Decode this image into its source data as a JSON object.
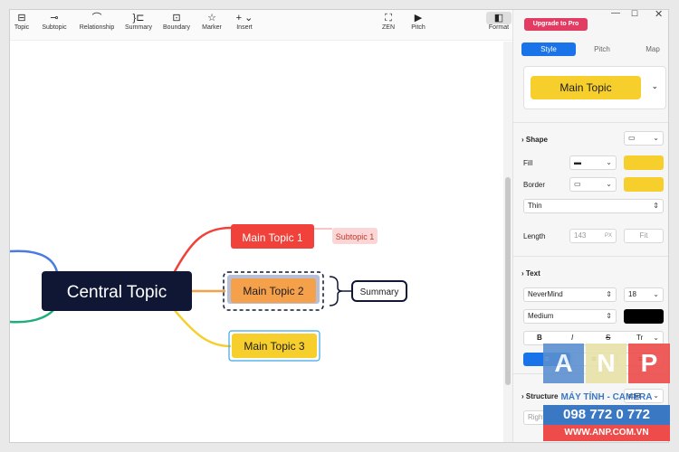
{
  "toolbar": {
    "items": [
      {
        "label": "Topic",
        "icon": "topic-icon"
      },
      {
        "label": "Subtopic",
        "icon": "subtopic-icon"
      },
      {
        "label": "Relationship",
        "icon": "relationship-icon"
      },
      {
        "label": "Summary",
        "icon": "summary-icon"
      },
      {
        "label": "Boundary",
        "icon": "boundary-icon"
      },
      {
        "label": "Marker",
        "icon": "star-icon"
      },
      {
        "label": "Insert",
        "icon": "plus-icon"
      },
      {
        "label": "ZEN",
        "icon": "zen-icon"
      },
      {
        "label": "Pitch",
        "icon": "play-icon"
      },
      {
        "label": "Format",
        "icon": "format-icon"
      }
    ]
  },
  "upgrade_label": "Upgrade to Pro",
  "panel": {
    "tabs": [
      "Style",
      "Pitch",
      "Map"
    ],
    "preview_label": "Main Topic",
    "shape": {
      "heading": "Shape",
      "fill_label": "Fill",
      "border_label": "Border",
      "border_style": "Thin",
      "length_label": "Length",
      "length_value": "143",
      "length_unit": "PX",
      "fit_label": "Fit"
    },
    "text": {
      "heading": "Text",
      "font": "NeverMind",
      "size": "18",
      "weight": "Medium",
      "bold": "B",
      "italic": "I",
      "strike": "S",
      "case": "Tr"
    },
    "structure": {
      "heading": "Structure",
      "direction": "Right"
    }
  },
  "map": {
    "central": "Central Topic",
    "topic1": "Main Topic 1",
    "topic2": "Main Topic 2",
    "topic3": "Main Topic 3",
    "subtopic": "Subtopic 1",
    "summary": "Summary"
  },
  "watermark": {
    "letters": [
      "A",
      "N",
      "P"
    ],
    "line1": "MÁY TÍNH - CAMERA",
    "phone": "098 772 0 772",
    "site": "WWW.ANP.COM.VN"
  },
  "colors": {
    "accent": "#1a73e8",
    "topic1": "#f0413a",
    "topic2": "#f5a04a",
    "topic3": "#f6cf2c",
    "central": "#0f1734",
    "upgrade": "#e23c63"
  }
}
